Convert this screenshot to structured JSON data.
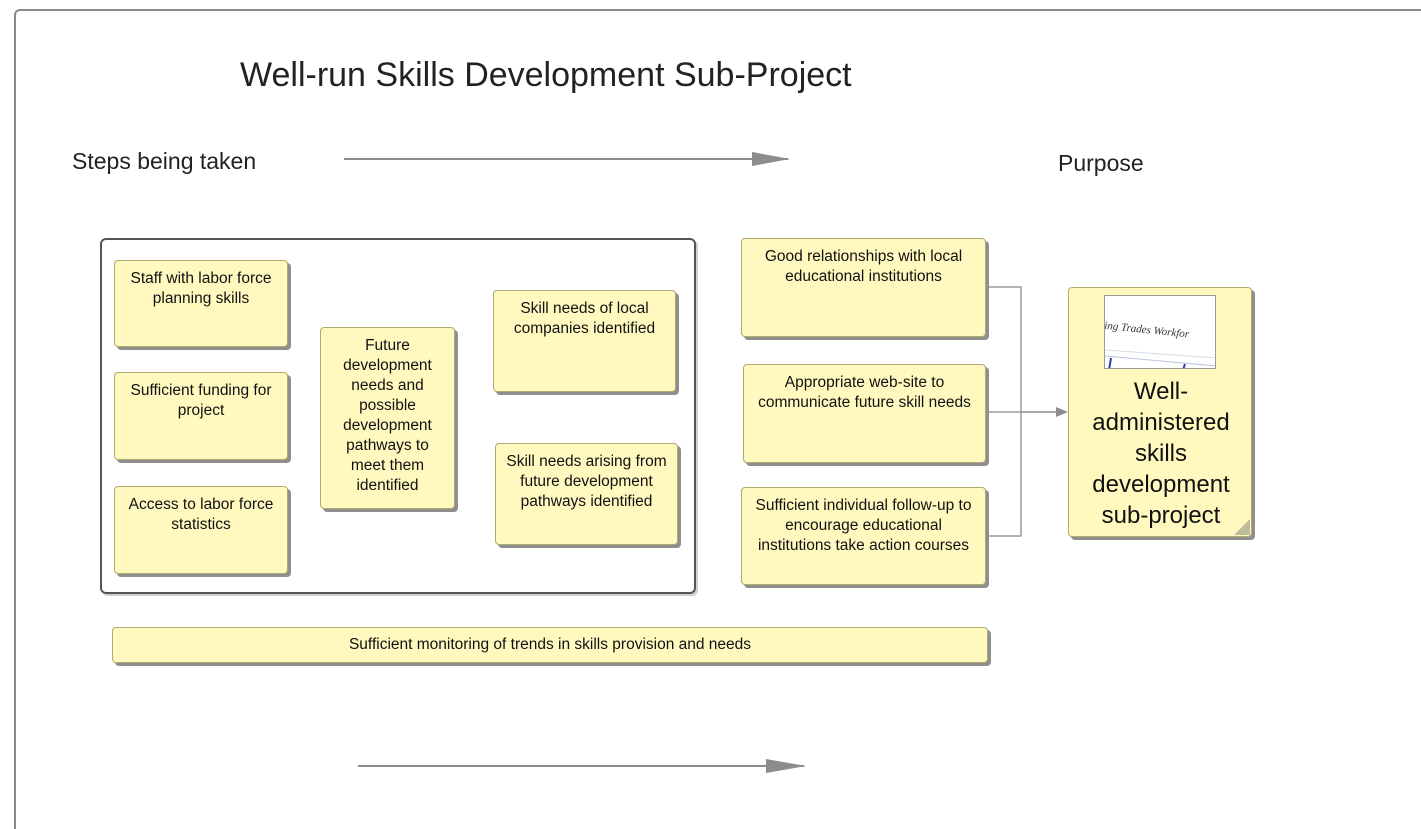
{
  "title": "Well-run Skills Development Sub-Project",
  "steps_label": "Steps being taken",
  "purpose_label": "Purpose",
  "steps_group": {
    "col1": [
      "Staff with labor force planning skills",
      "Sufficient funding for project",
      "Access to labor force statistics"
    ],
    "col2": "Future development needs and possible development pathways to meet them identified",
    "col3": [
      "Skill needs of local companies identified",
      "Skill needs arising from future development pathways identified"
    ]
  },
  "middle_notes": [
    "Good relationships with local educational institutions",
    "Appropriate web-site to communicate future skill needs",
    "Sufficient individual follow-up to encourage educational institutions take action courses"
  ],
  "monitoring_note": "Sufficient monitoring of trends in skills provision and needs",
  "purpose_card": {
    "thumbnail_caption": "ling Trades Workfor",
    "text": "Well-administered skills development sub-project"
  },
  "colors": {
    "note_fill": "#fff9c0",
    "arrow": "#8c8c8c"
  }
}
